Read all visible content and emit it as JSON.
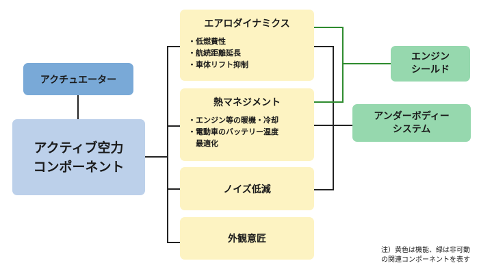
{
  "nodes": {
    "actuator": {
      "label": "アクチュエーター"
    },
    "active_aero": {
      "lines": [
        "アクティブ空力",
        "コンポーネント"
      ]
    },
    "aerodynamics": {
      "title": "エアロダイナミクス",
      "bullets": [
        "・低燃費性",
        "・航続距離延長",
        "・車体リフト抑制"
      ]
    },
    "thermal": {
      "title": "熱マネジメント",
      "bullets": [
        "・エンジン等の暖機・冷却",
        "・電動車のバッテリー温度",
        "　最適化"
      ]
    },
    "noise": {
      "title": "ノイズ低減"
    },
    "appearance": {
      "title": "外観意匠"
    },
    "engine_shield": {
      "lines": [
        "エンジン",
        "シールド"
      ]
    },
    "underbody": {
      "lines": [
        "アンダーボディー",
        "システム"
      ]
    }
  },
  "note": {
    "lines": [
      "注）黄色は機能、緑は非可動",
      "の関連コンポーネントを表す"
    ]
  },
  "colors": {
    "actuator_fill": "#79a9d7",
    "component_fill": "#bcd0ea",
    "function_fill": "#fdf3c2",
    "related_fill": "#96d8ae",
    "connector": "#222222",
    "related_connector": "#2e8b2e"
  }
}
